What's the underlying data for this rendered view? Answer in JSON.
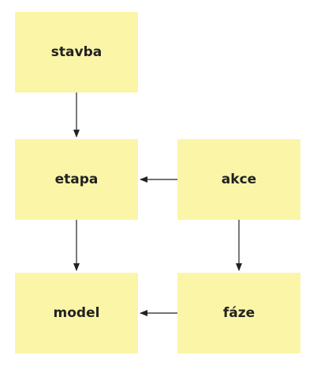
{
  "colors": {
    "node_fill": "#fbf5a8",
    "edge": "#222222",
    "text": "#222222"
  },
  "nodes": {
    "stavba": {
      "label": "stavba"
    },
    "etapa": {
      "label": "etapa"
    },
    "akce": {
      "label": "akce"
    },
    "model": {
      "label": "model"
    },
    "faze": {
      "label": "fáze"
    }
  },
  "edges": [
    {
      "from": "stavba",
      "to": "etapa"
    },
    {
      "from": "akce",
      "to": "etapa"
    },
    {
      "from": "etapa",
      "to": "model"
    },
    {
      "from": "akce",
      "to": "faze"
    },
    {
      "from": "faze",
      "to": "model"
    }
  ]
}
